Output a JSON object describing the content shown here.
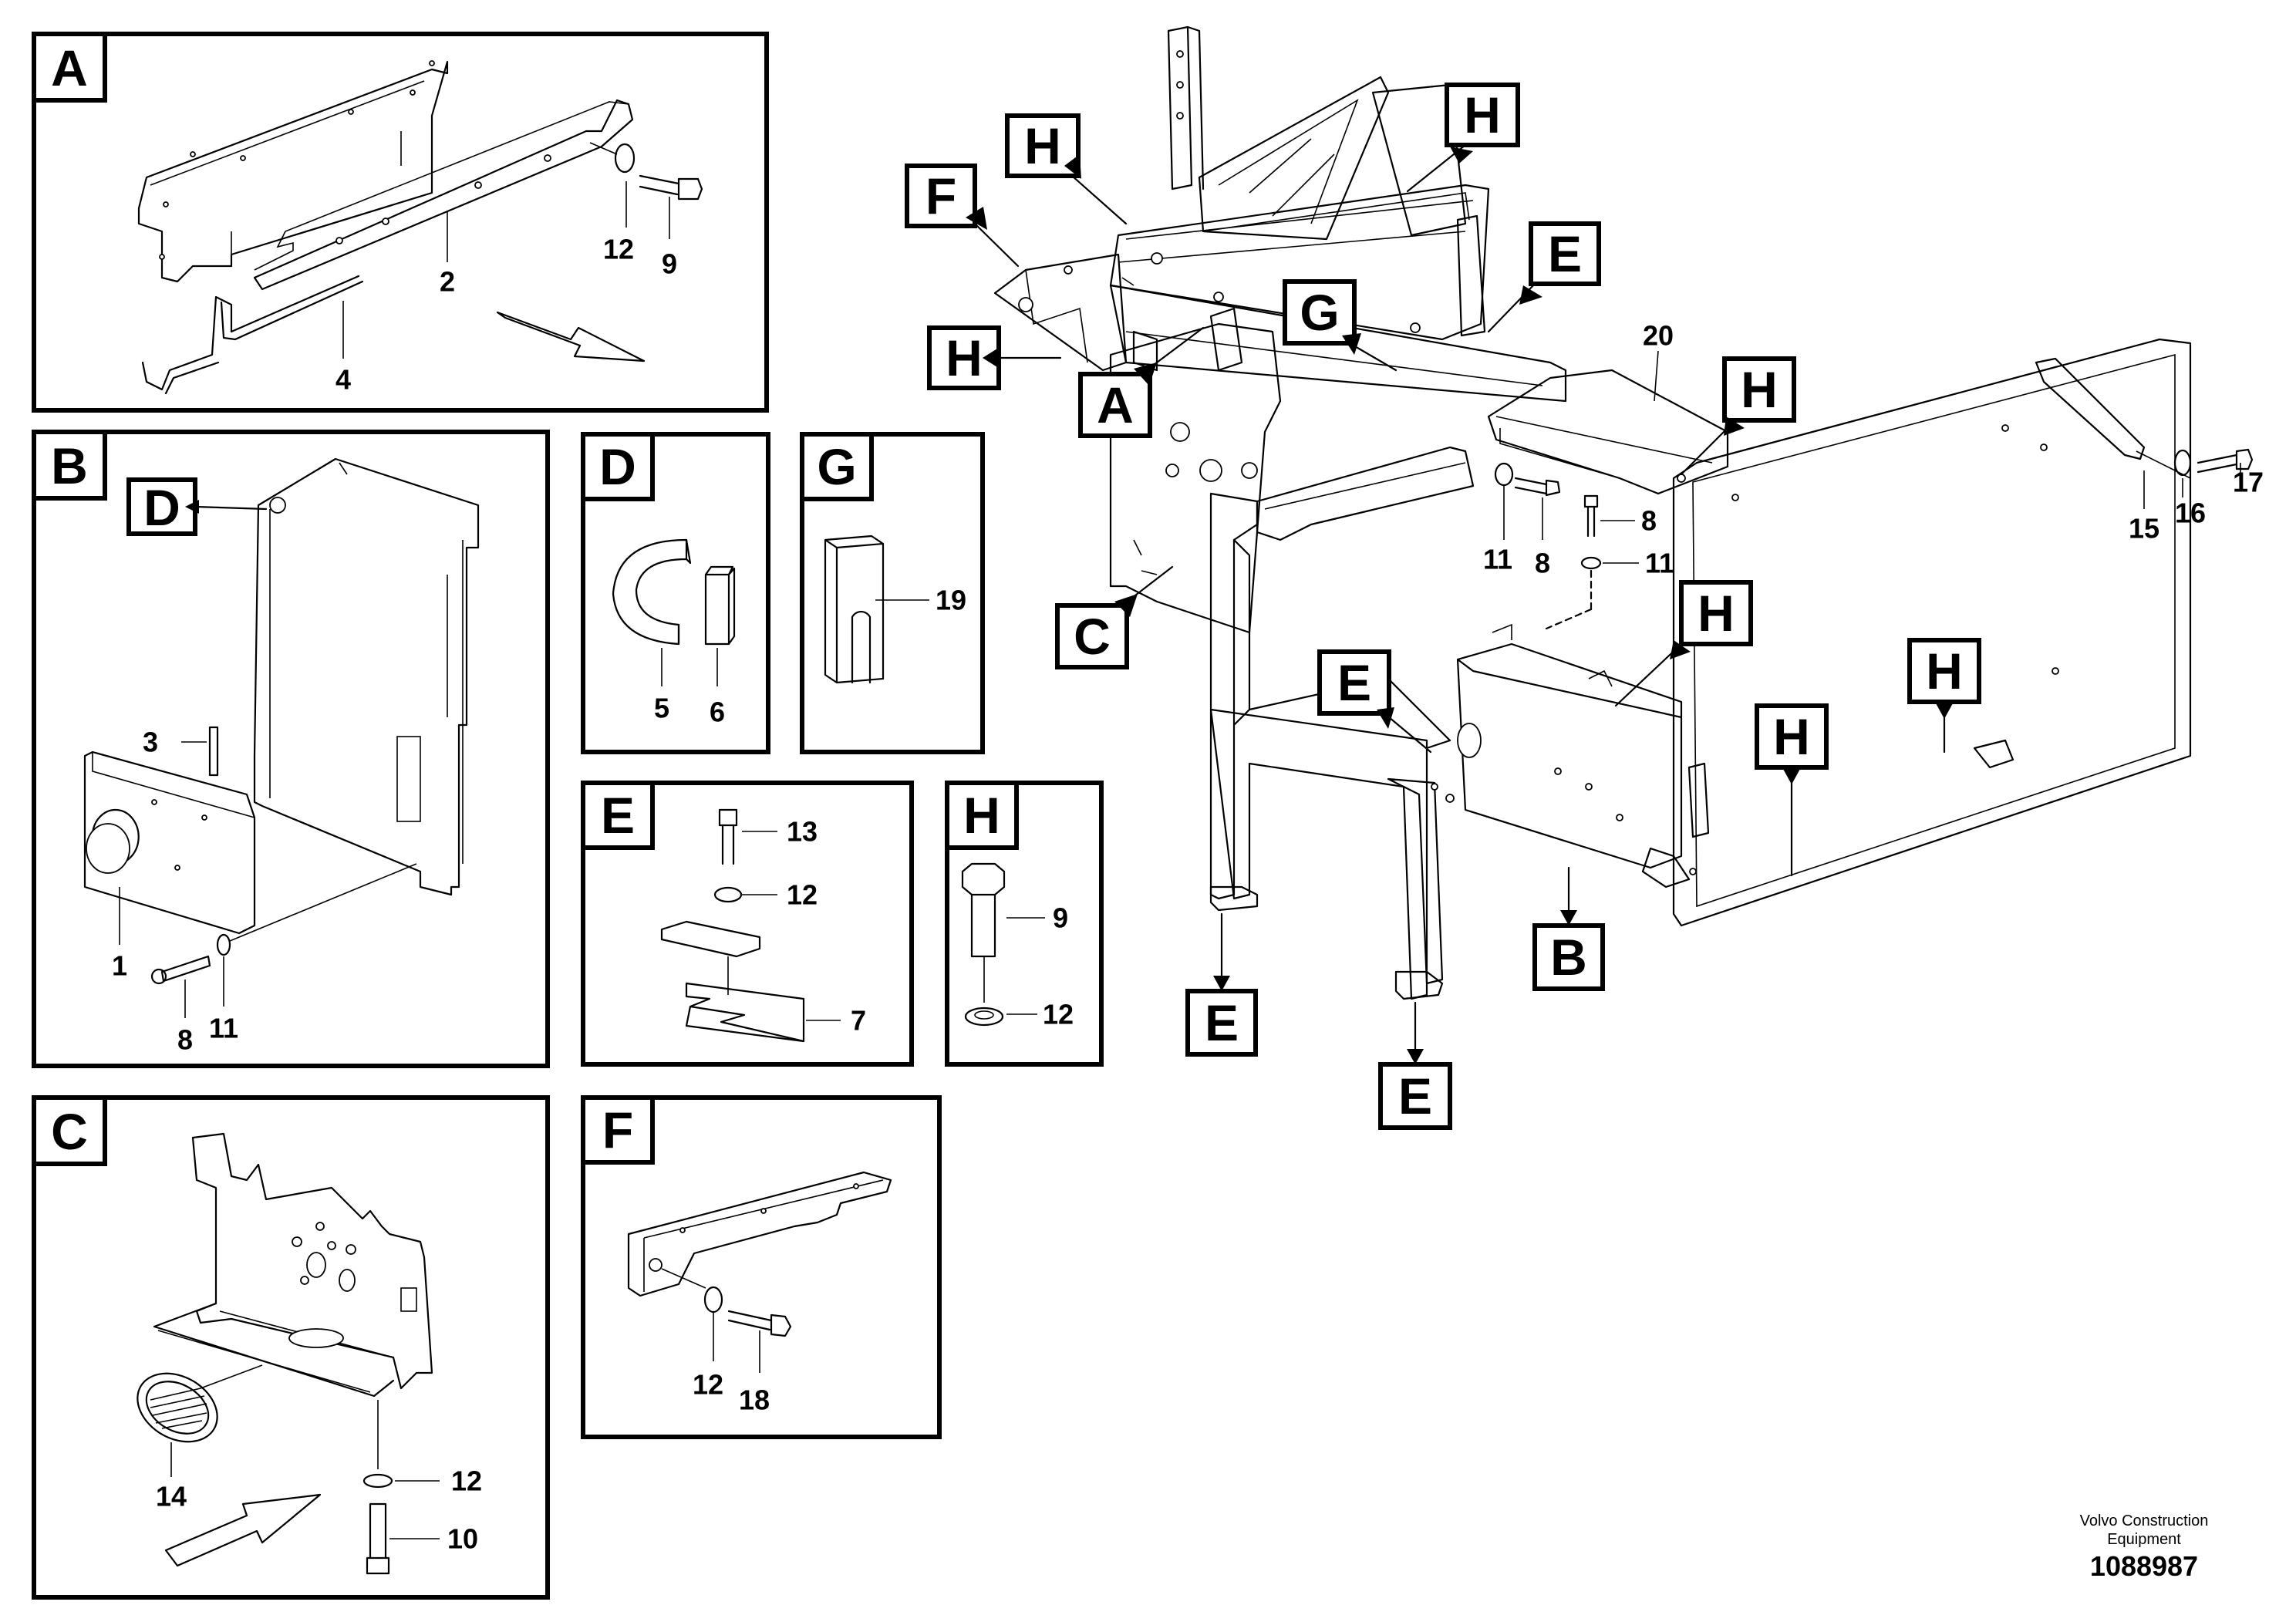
{
  "panels": {
    "A": {
      "label": "A",
      "parts": [
        "12",
        "9",
        "2",
        "4"
      ]
    },
    "B": {
      "label": "B",
      "callout": "D",
      "parts": [
        "3",
        "1",
        "8",
        "11"
      ]
    },
    "D": {
      "label": "D",
      "parts": [
        "5",
        "6"
      ]
    },
    "G": {
      "label": "G",
      "parts": [
        "19"
      ]
    },
    "E": {
      "label": "E",
      "parts": [
        "13",
        "12",
        "7"
      ]
    },
    "H": {
      "label": "H",
      "parts": [
        "9",
        "12"
      ]
    },
    "C": {
      "label": "C",
      "parts": [
        "14",
        "12",
        "10"
      ]
    },
    "F": {
      "label": "F",
      "parts": [
        "12",
        "18"
      ]
    }
  },
  "main_view": {
    "callouts": [
      "H",
      "H",
      "F",
      "H",
      "E",
      "G",
      "A",
      "H",
      "C",
      "H",
      "E",
      "H",
      "H",
      "E",
      "E",
      "B"
    ],
    "parts": [
      "20",
      "11",
      "8",
      "8",
      "11",
      "15",
      "16",
      "17"
    ]
  },
  "footer": {
    "brand_line1": "Volvo Construction",
    "brand_line2": "Equipment",
    "doc_number": "1088987"
  }
}
